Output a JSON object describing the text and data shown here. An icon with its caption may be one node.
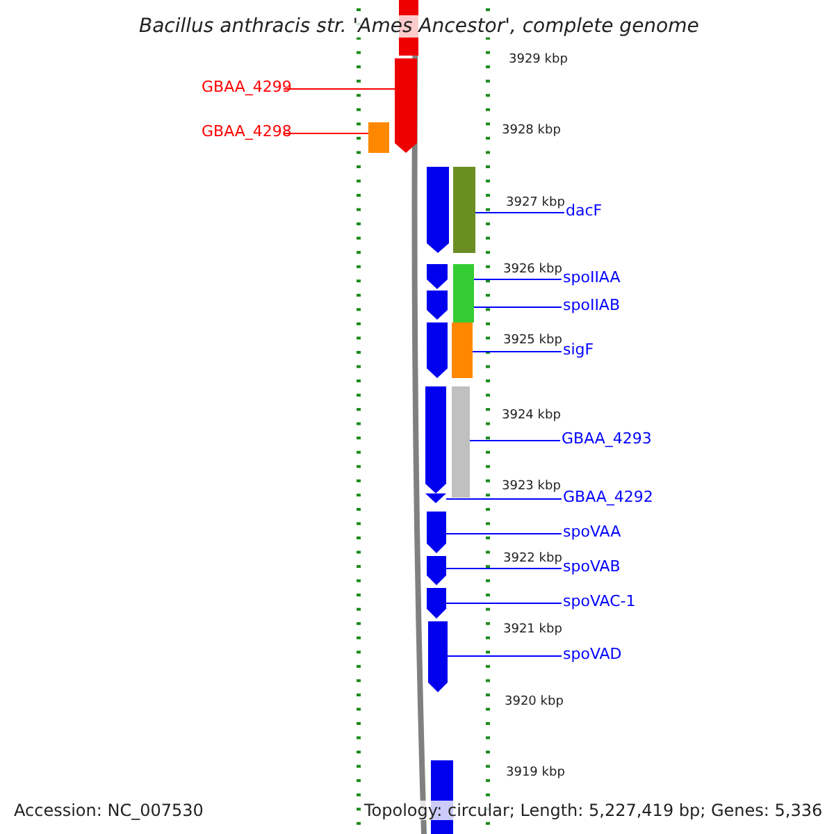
{
  "diagram": {
    "title": "Bacillus anthracis str. 'Ames Ancestor', complete genome",
    "nodes": [
      {
        "text": [
          "GBAA_4299"
        ]
      },
      {
        "text": [],
        "shape": "bar"
      },
      {
        "text": [
          "GBAA_4298"
        ]
      },
      {
        "text": [],
        "shape": "box"
      },
      {
        "text": [
          "dacF"
        ]
      },
      {
        "text": [],
        "shape": "box"
      },
      {
        "text": [
          "spoIIAA"
        ]
      },
      {
        "text": [],
        "shape": "box"
      },
      {
        "text": [
          "spoIIAB"
        ]
      },
      {
        "text": [],
        "shape": "box"
      },
      {
        "text": [
          "sigF"
        ]
      },
      {
        "text": [],
        "shape": "box"
      },
      {
        "text": [
          "GBAA_4293"
        ]
      },
      {
        "text": [],
        "shape": "box"
      },
      {
        "text": [
          "GBAA_4292"
        ]
      },
      {
        "text": [],
        "shape": "bar"
      },
      {
        "text": [
          "spoVAA"
        ]
      },
      {
        "text": [],
        "shape": "bar"
      },
      {
        "text": [
          "spoVAB"
        ]
      },
      {
        "text": [],
        "shape": "bar"
      },
      {
        "text": [
          "spoVAC-1"
        ]
      },
      {
        "text": [],
        "shape": "bar"
      },
      {
        "text": [
          "spoVAD"
        ]
      },
      {
        "text": [],
        "shape": "bar"
      }
    ],
    "edges": [
      {
        "from": 0,
        "to": 1,
        "arrow": "none",
        "color": "#ff0000"
      },
      {
        "from": 2,
        "to": 3,
        "arrow": "none",
        "color": "#ff0000"
      },
      {
        "from": 4,
        "to": 5,
        "arrow": "none"
      },
      {
        "from": 6,
        "to": 7,
        "arrow": "none"
      },
      {
        "from": 8,
        "to": 9,
        "arrow": "none"
      },
      {
        "from": 10,
        "to": 11,
        "arrow": "none"
      },
      {
        "from": 12,
        "to": 13,
        "arrow": "none"
      },
      {
        "from": 14,
        "to": 15,
        "arrow": "none"
      },
      {
        "from": 16,
        "to": 17,
        "arrow": "none"
      },
      {
        "from": 18,
        "to": 19,
        "arrow": "none"
      },
      {
        "from": 20,
        "to": 21,
        "arrow": "none"
      },
      {
        "from": 22,
        "to": 23,
        "arrow": "none"
      }
    ],
    "labels": [
      "3929 kbp",
      "3928 kbp",
      "3927 kbp",
      "3926 kbp",
      "3925 kbp",
      "3924 kbp",
      "3923 kbp",
      "3922 kbp",
      "3921 kbp",
      "3920 kbp",
      "3919 kbp",
      "Accession: NC_007530",
      "Topology: circular; Length: 5,227,419 bp; Genes: 5,336"
    ]
  }
}
